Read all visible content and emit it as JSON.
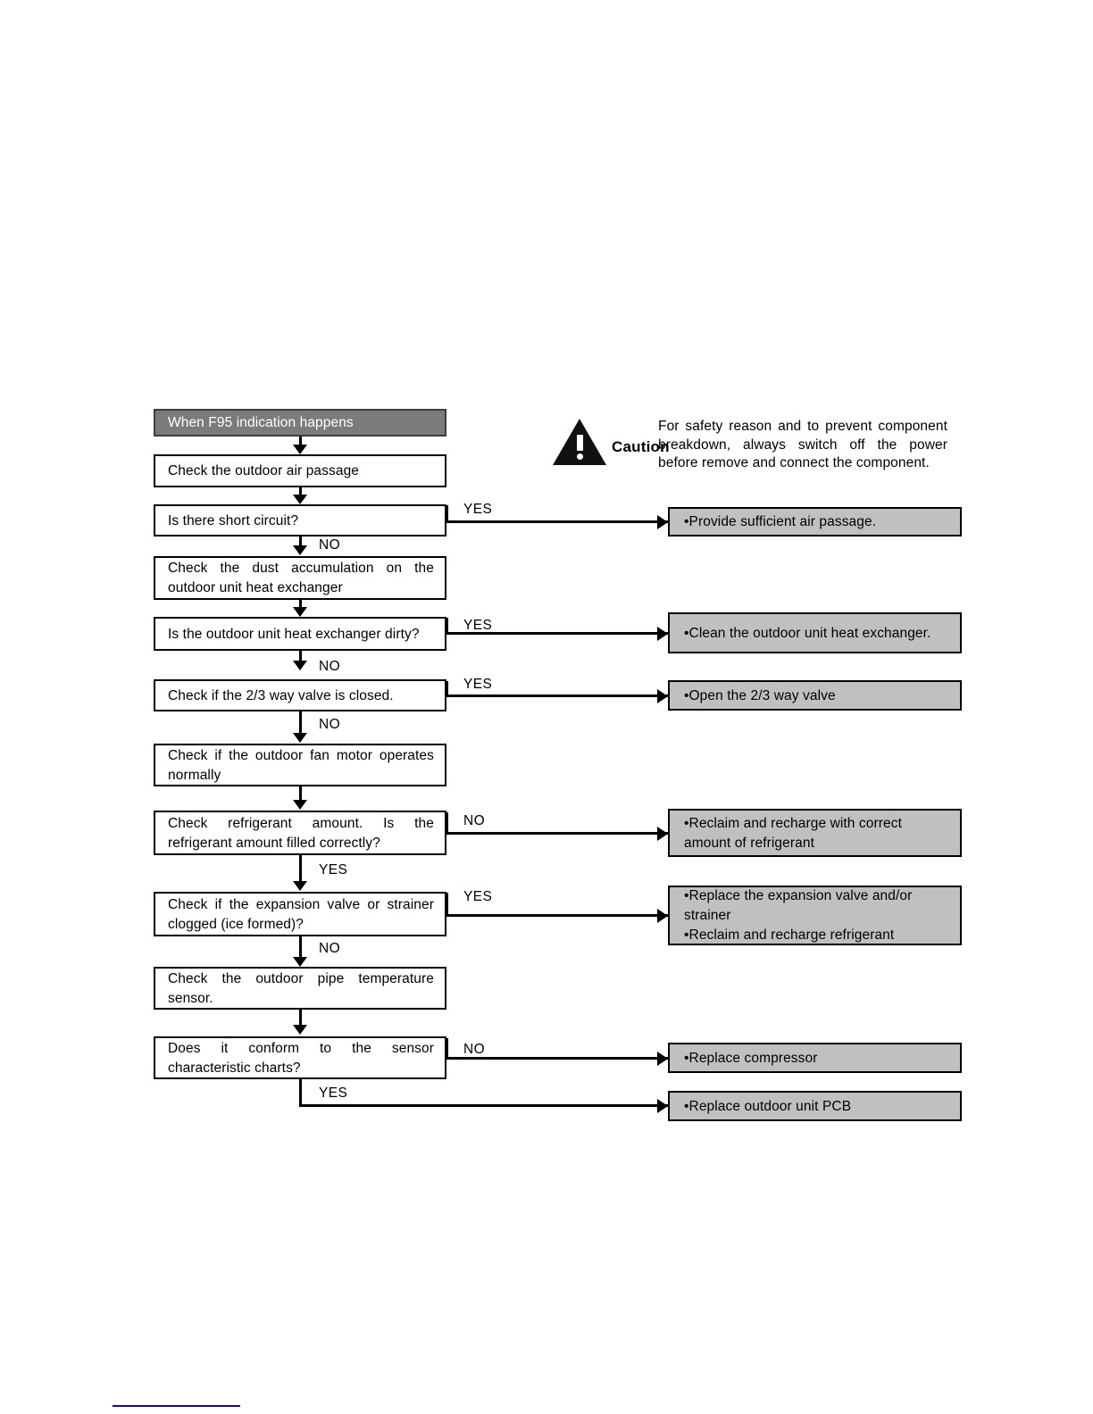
{
  "document": {
    "type": "troubleshooting-flowchart",
    "title": "When F95 indication happens"
  },
  "caution": {
    "icon": "warning-triangle-icon",
    "label": "Caution",
    "text": "For safety reason and to prevent component breakdown, always switch off the power before remove and connect the component."
  },
  "flow": {
    "header": "When F95 indication happens",
    "steps": [
      {
        "id": "check-air-passage",
        "text": "Check the outdoor air passage",
        "kind": "process"
      },
      {
        "id": "short-circuit",
        "text": "Is there short circuit?",
        "kind": "decision"
      },
      {
        "id": "check-dust",
        "text": "Check the dust accumulation on the outdoor unit heat exchanger",
        "kind": "process"
      },
      {
        "id": "heat-exchanger-dirty",
        "text": "Is the outdoor unit heat exchanger dirty?",
        "kind": "decision"
      },
      {
        "id": "check-valve-closed",
        "text": "Check if the 2/3 way valve is closed.",
        "kind": "decision"
      },
      {
        "id": "check-fan-motor",
        "text": "Check if the outdoor fan motor operates normally",
        "kind": "process"
      },
      {
        "id": "check-refrigerant",
        "text": "Check refrigerant amount. Is the refrigerant amount filled correctly?",
        "kind": "decision"
      },
      {
        "id": "check-expansion-valve",
        "text": "Check if the expansion valve or strainer clogged (ice formed)?",
        "kind": "decision"
      },
      {
        "id": "check-pipe-sensor",
        "text": "Check the outdoor pipe temperature sensor.",
        "kind": "process"
      },
      {
        "id": "sensor-conform",
        "text": "Does it conform to the sensor characteristic charts?",
        "kind": "decision"
      }
    ],
    "actions": [
      {
        "id": "provide-air-passage",
        "text": "•Provide sufficient air passage."
      },
      {
        "id": "clean-heat-exchanger",
        "text": "•Clean the outdoor unit heat exchanger."
      },
      {
        "id": "open-way-valve",
        "text": "•Open the 2/3 way valve"
      },
      {
        "id": "recharge-refrigerant",
        "text": "•Reclaim and recharge with correct\namount of refrigerant"
      },
      {
        "id": "replace-expansion-valve",
        "text": "•Replace the expansion valve and/or\nstrainer\n•Reclaim and recharge refrigerant"
      },
      {
        "id": "replace-compressor",
        "text": "•Replace compressor"
      },
      {
        "id": "replace-pcb",
        "text": "•Replace outdoor unit PCB"
      }
    ],
    "branches": [
      {
        "id": "short-circuit-yes",
        "label": "YES",
        "from": "short-circuit",
        "to": "provide-air-passage"
      },
      {
        "id": "short-circuit-no",
        "label": "NO",
        "from": "short-circuit",
        "to": "check-dust"
      },
      {
        "id": "dirty-yes",
        "label": "YES",
        "from": "heat-exchanger-dirty",
        "to": "clean-heat-exchanger"
      },
      {
        "id": "dirty-no",
        "label": "NO",
        "from": "heat-exchanger-dirty",
        "to": "check-valve-closed"
      },
      {
        "id": "valve-yes",
        "label": "YES",
        "from": "check-valve-closed",
        "to": "open-way-valve"
      },
      {
        "id": "valve-no",
        "label": "NO",
        "from": "check-valve-closed",
        "to": "check-fan-motor"
      },
      {
        "id": "refrigerant-no",
        "label": "NO",
        "from": "check-refrigerant",
        "to": "recharge-refrigerant"
      },
      {
        "id": "refrigerant-yes",
        "label": "YES",
        "from": "check-refrigerant",
        "to": "check-expansion-valve"
      },
      {
        "id": "expansion-yes",
        "label": "YES",
        "from": "check-expansion-valve",
        "to": "replace-expansion-valve"
      },
      {
        "id": "expansion-no",
        "label": "NO",
        "from": "check-expansion-valve",
        "to": "check-pipe-sensor"
      },
      {
        "id": "sensor-no",
        "label": "NO",
        "from": "sensor-conform",
        "to": "replace-compressor"
      },
      {
        "id": "sensor-yes",
        "label": "YES",
        "from": "sensor-conform",
        "to": "replace-pcb"
      }
    ]
  },
  "colors": {
    "header_fill": "#7b7b7b",
    "action_fill": "#c0c0c0",
    "line": "#000000",
    "footer_rule": "#11116b"
  }
}
